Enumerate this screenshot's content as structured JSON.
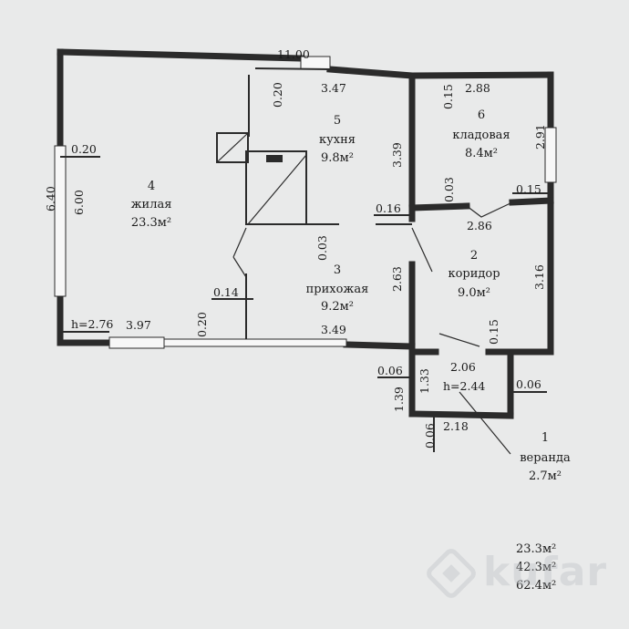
{
  "plan": {
    "outer_dims": {
      "total_width": "11.00",
      "height_outer": "6.40",
      "height_inner": "6.00",
      "ceiling_height": "h=2.76"
    },
    "rooms": [
      {
        "id": "room-4",
        "number": "4",
        "name": "жилая",
        "area": "23.3м²"
      },
      {
        "id": "room-5",
        "number": "5",
        "name": "кухня",
        "area": "9.8м²"
      },
      {
        "id": "room-3",
        "number": "3",
        "name": "прихожая",
        "area": "9.2м²"
      },
      {
        "id": "room-6",
        "number": "6",
        "name": "кладовая",
        "area": "8.4м²"
      },
      {
        "id": "room-2",
        "number": "2",
        "name": "коридор",
        "area": "9.0м²"
      },
      {
        "id": "room-1",
        "number": "1",
        "name": "веранда",
        "area": "2.7м²"
      }
    ],
    "dims": {
      "d020_top": "0.20",
      "d347": "3.47",
      "d015_top": "0.15",
      "d288": "2.88",
      "d291": "2.91",
      "d020_left": "0.20",
      "d339": "3.39",
      "d003_mid": "0.03",
      "d015_mid": "0.15",
      "d016": "0.16",
      "d286": "2.86",
      "d003_low": "0.03",
      "d263": "2.63",
      "d316": "3.16",
      "d014": "0.14",
      "d020_bottom": "0.20",
      "d397": "3.97",
      "d349": "3.49",
      "d015_low": "0.15",
      "d006_left": "0.06",
      "d206": "2.06",
      "d139": "1.39",
      "d133": "1.33",
      "d244": "h=2.44",
      "d006_right": "0.06",
      "d006_bottom": "0.06",
      "d218": "2.18"
    },
    "totals": [
      "23.3м²",
      "42.3м²",
      "62.4м²"
    ],
    "watermark": "kufar"
  }
}
